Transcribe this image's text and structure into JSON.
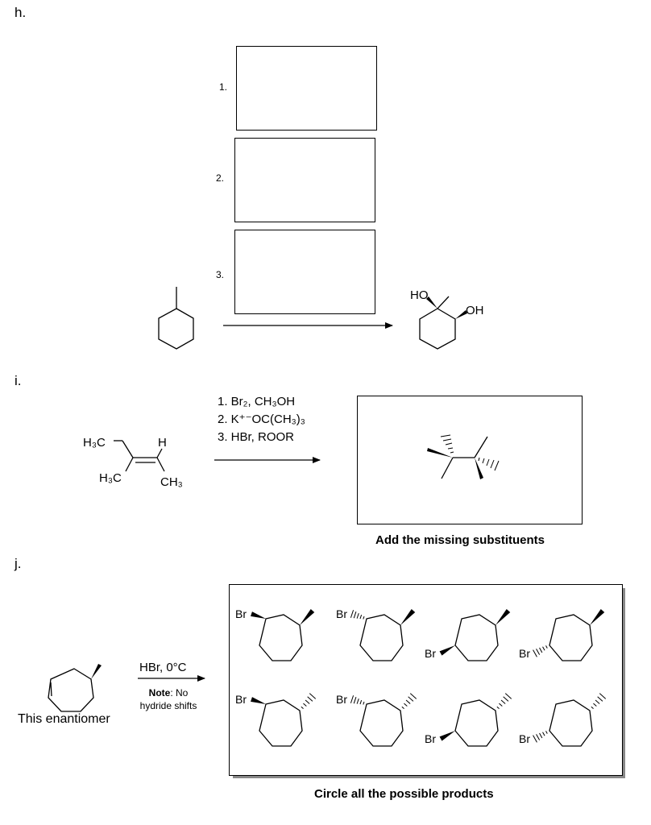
{
  "sections": {
    "h": {
      "label": "h.",
      "steps": [
        "1.",
        "2.",
        "3."
      ],
      "product_labels": {
        "ho": "HO",
        "oh": "OH"
      }
    },
    "i": {
      "label": "i.",
      "reagents": [
        "1. Br₂, CH₃OH",
        "2. K⁺⁻OC(CH₃)₃",
        "3. HBr, ROOR"
      ],
      "sm_labels": {
        "h3c_top": "H₃C",
        "h": "H",
        "h3c_bottom": "H₃C",
        "ch3": "CH₃"
      },
      "caption": "Add the missing substituents"
    },
    "j": {
      "label": "j.",
      "reagent": "HBr, 0°C",
      "note_bold": "Note",
      "note_rest": ": No",
      "note_line2": "hydride shifts",
      "sm_caption": "This enantiomer",
      "caption": "Circle all the possible products",
      "br_label": "Br"
    }
  }
}
